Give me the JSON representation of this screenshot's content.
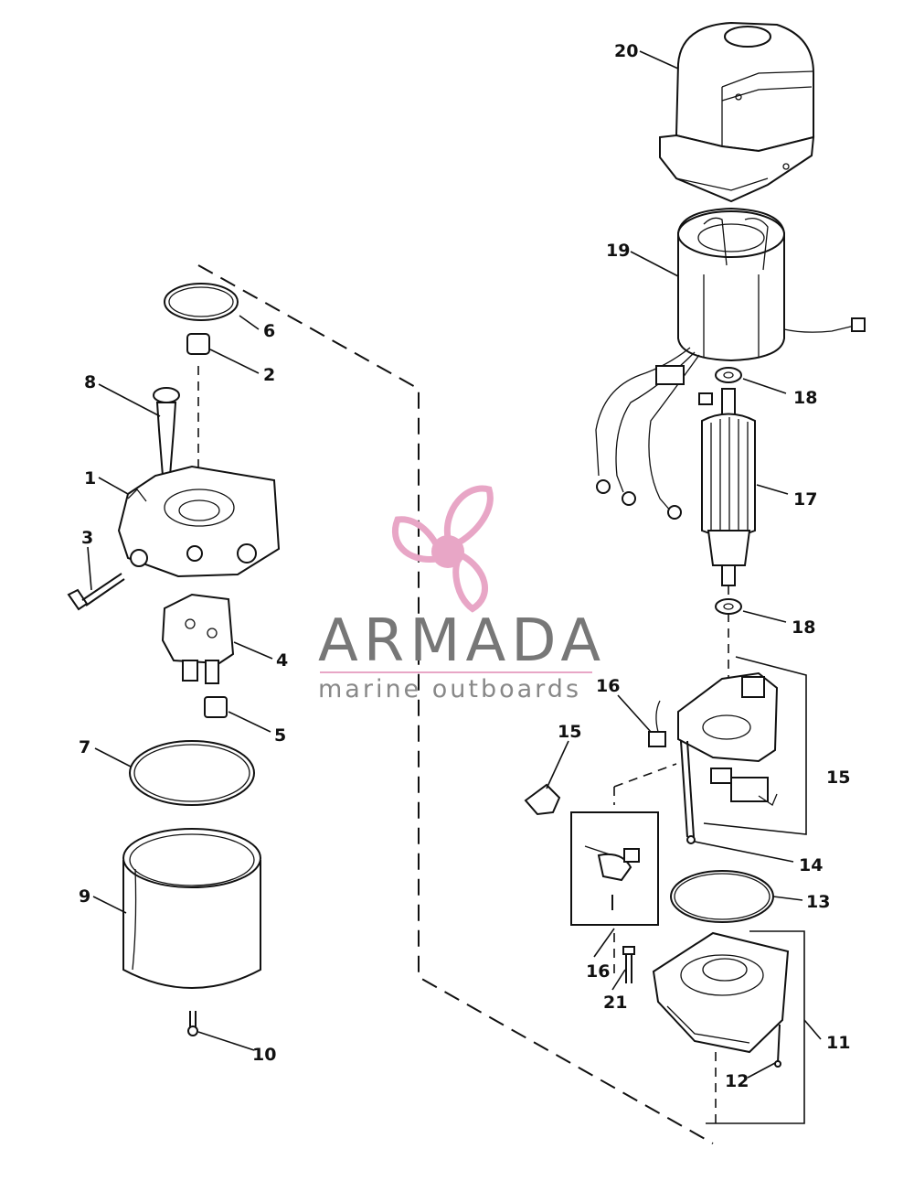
{
  "callouts": {
    "c20": "20",
    "c19": "19",
    "c18a": "18",
    "c17": "17",
    "c18b": "18",
    "c16a": "16",
    "c15a": "15",
    "c15b": "15",
    "c14": "14",
    "c13": "13",
    "c16b": "16",
    "c21": "21",
    "c11": "11",
    "c12": "12",
    "c6": "6",
    "c2": "2",
    "c8": "8",
    "c1": "1",
    "c3": "3",
    "c4": "4",
    "c5": "5",
    "c7": "7",
    "c9": "9",
    "c10": "10"
  },
  "watermark": {
    "brand": "ARMADA",
    "tagline": "marine outboards",
    "colors": {
      "logo_pink": "#e8a6c6",
      "brand_gray": "#777777",
      "tagline_gray": "#888888",
      "rule_pink": "#e8a6c6"
    }
  },
  "colors": {
    "line": "#111111",
    "background": "#ffffff"
  }
}
